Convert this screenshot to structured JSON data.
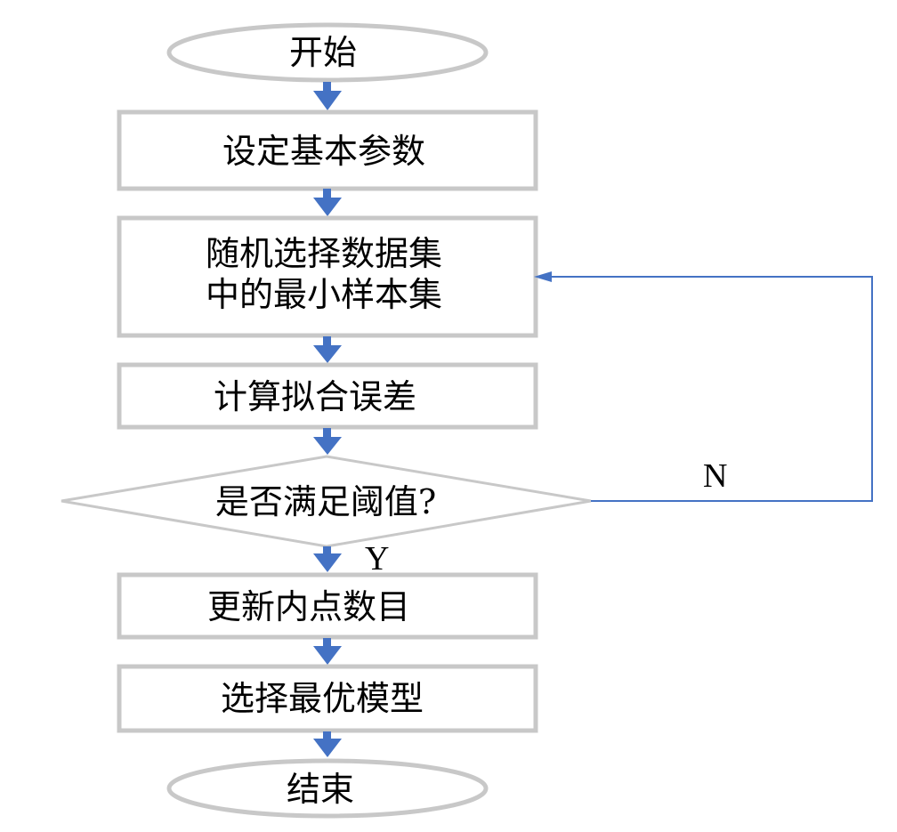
{
  "colors": {
    "box_stroke": "#c8c8c8",
    "arrow": "#4472c4",
    "text": "#000000",
    "background": "#ffffff"
  },
  "nodes": {
    "start": {
      "label": "开始"
    },
    "set_params": {
      "label": "设定基本参数"
    },
    "random_sample": {
      "line1": "随机选择数据集",
      "line2": "中的最小样本集"
    },
    "compute_error": {
      "label": "计算拟合误差"
    },
    "threshold_check": {
      "label": "是否满足阈值?"
    },
    "update_inliers": {
      "label": "更新内点数目"
    },
    "select_model": {
      "label": "选择最优模型"
    },
    "end": {
      "label": "结束"
    }
  },
  "edges": {
    "yes_label": "Y",
    "no_label": "N"
  }
}
